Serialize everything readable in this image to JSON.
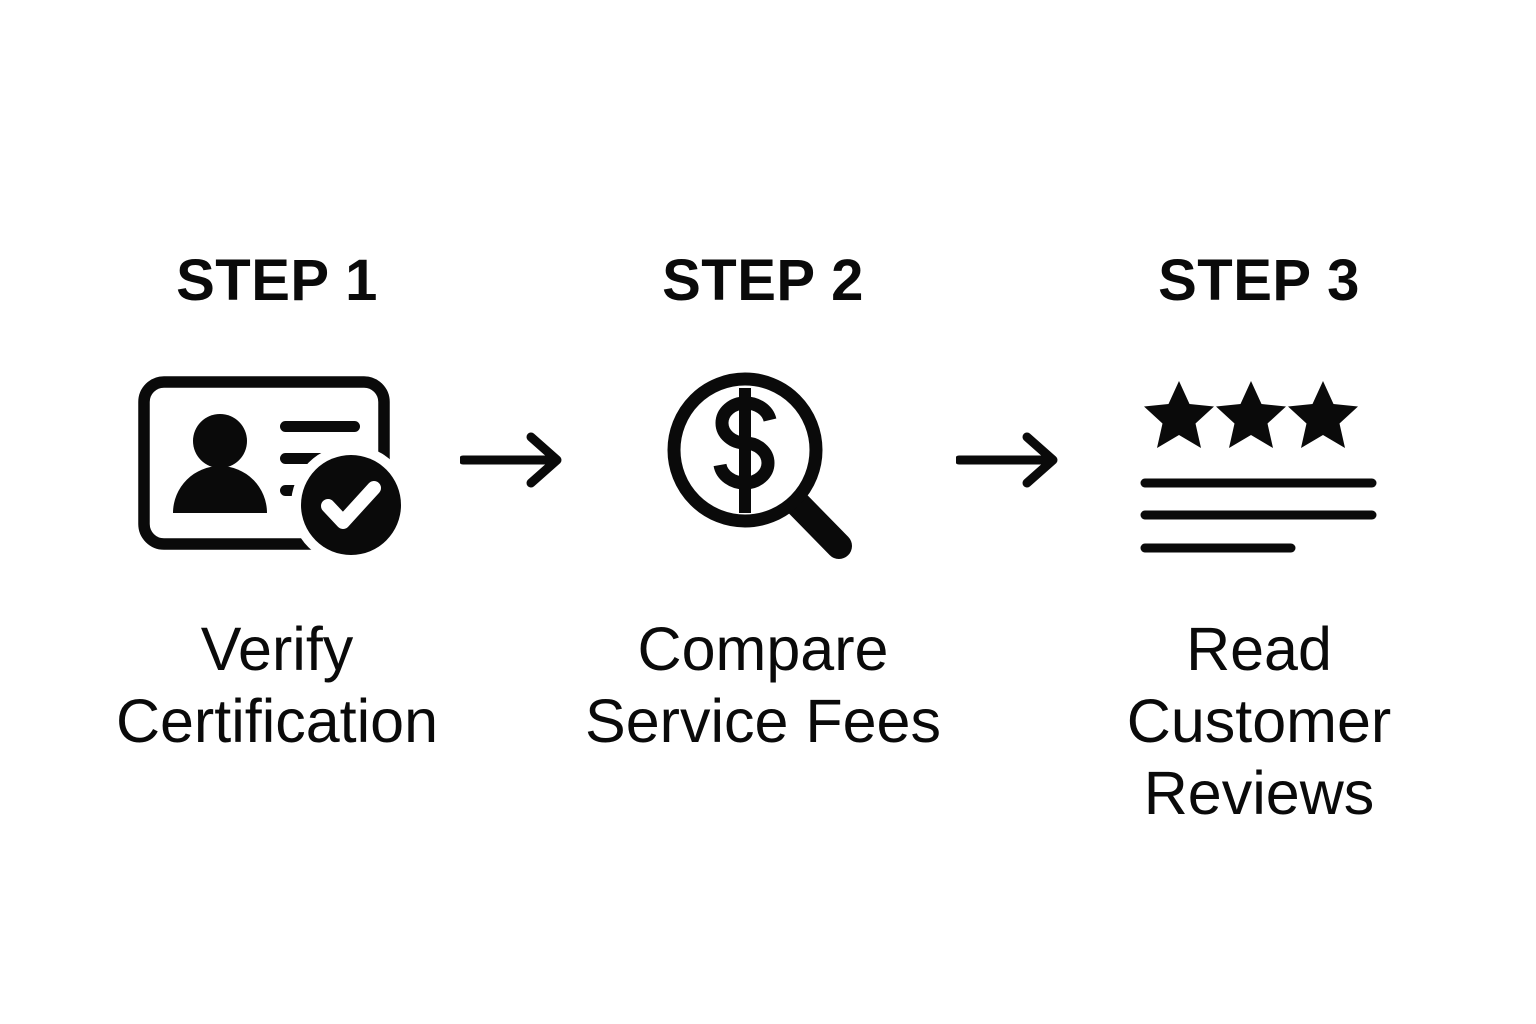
{
  "page": {
    "title": "Three Step Process Infographic",
    "background_color": "#ffffff",
    "ink_color": "#0a0a0a"
  },
  "steps": [
    {
      "eyebrow": "STEP 1",
      "label": "Verify\nCertification",
      "icon_name": "id-card-verified-icon"
    },
    {
      "eyebrow": "STEP 2",
      "label": "Compare\nService Fees",
      "icon_name": "magnifier-dollar-icon"
    },
    {
      "eyebrow": "STEP 3",
      "label": "Read\nCustomer\nReviews",
      "icon_name": "star-rating-review-icon"
    }
  ],
  "connectors": [
    {
      "icon_name": "arrow-right-icon"
    },
    {
      "icon_name": "arrow-right-icon"
    }
  ],
  "icon_details": {
    "star_count": 3,
    "review_line_count": 3,
    "id_card_detail_line_count": 3
  }
}
